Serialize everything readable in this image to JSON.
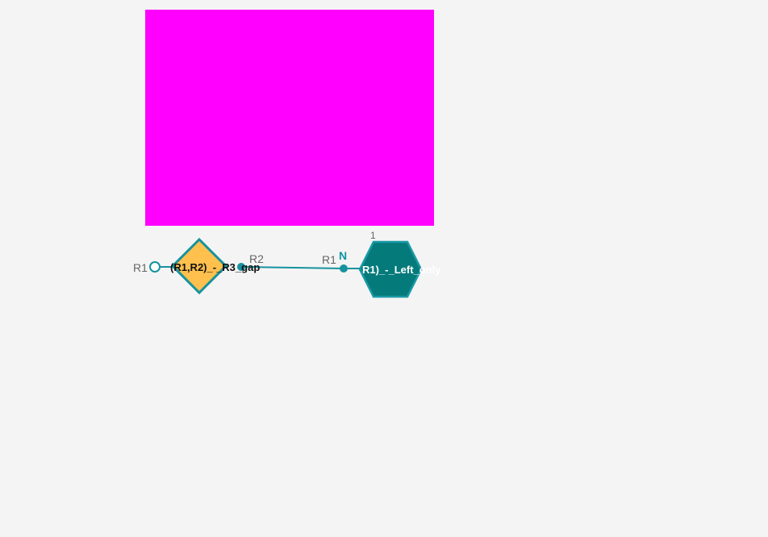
{
  "colors": {
    "background": "#f4f4f4",
    "placeholder": "#ff00ff",
    "teal_stroke": "#16929e",
    "diamond_fill": "#ffc04d",
    "hexagon_fill": "#057a7a",
    "hexagon_stroke": "#1a9aa6",
    "port_label": "#666666",
    "n_label": "#0d95a2"
  },
  "diagram": {
    "placeholder_block": {
      "icon": "magenta-placeholder"
    },
    "monomer_a": {
      "shape": "diamond",
      "label": "(R1,R2)_-_R3_gap",
      "ports": {
        "left": "R1",
        "right": "R2"
      }
    },
    "monomer_b": {
      "shape": "hexagon",
      "label": "R1)_-_Left_only",
      "index": "1",
      "ports": {
        "left": "R1"
      },
      "terminal": "N"
    }
  }
}
